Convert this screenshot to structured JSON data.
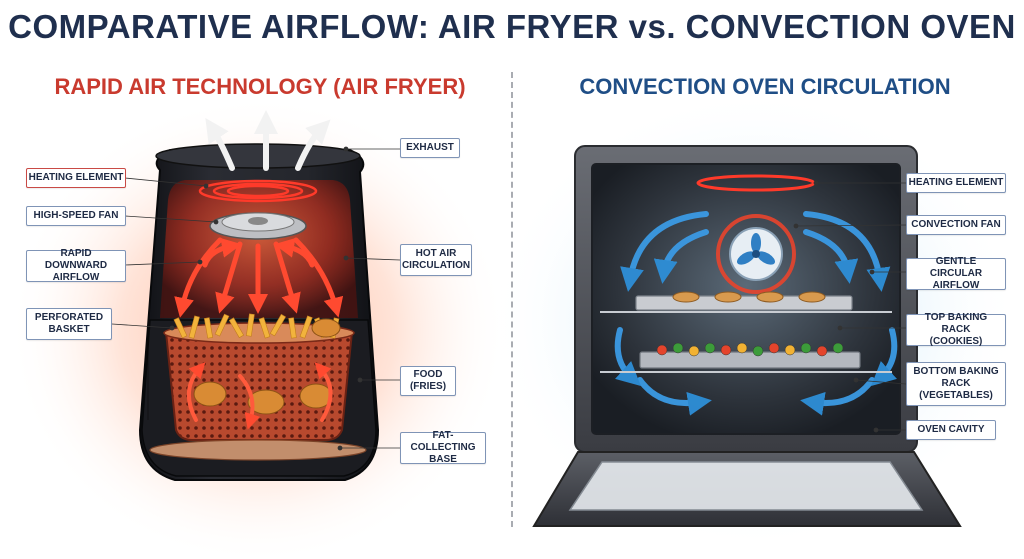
{
  "title": "COMPARATIVE AIRFLOW: AIR FRYER vs. CONVECTION OVEN",
  "left_panel": {
    "heading": "RAPID AIR TECHNOLOGY (AIR FRYER)",
    "labels": {
      "heating_element": "HEATING ELEMENT",
      "high_speed_fan": "HIGH-SPEED FAN",
      "rapid_downward_airflow": "RAPID DOWNWARD\nAIRFLOW",
      "perforated_basket": "PERFORATED\nBASKET",
      "exhaust": "EXHAUST",
      "hot_air_circulation": "HOT AIR\nCIRCULATION",
      "food": "FOOD\n(FRIES)",
      "fat_collecting_base": "FAT-COLLECTING\nBASE"
    }
  },
  "right_panel": {
    "heading": "CONVECTION OVEN CIRCULATION",
    "labels": {
      "heating_element": "HEATING ELEMENT",
      "convection_fan": "CONVECTION FAN",
      "gentle_circular_airflow": "GENTLE CIRCULAR\nAIRFLOW",
      "top_baking_rack": "TOP BAKING RACK\n(COOKIES)",
      "bottom_baking_rack": "BOTTOM BAKING\nRACK\n(VEGETABLES)",
      "oven_cavity": "OVEN CAVITY"
    }
  },
  "colors": {
    "title": "#1f2f4e",
    "hot_accent": "#c93a2e",
    "cool_accent": "#1f4e86",
    "hot_glow": "#ff6b3d",
    "cool_glow": "#9fd3f5",
    "fryer_body": "#1c1d22",
    "oven_body": "#4a4d54"
  }
}
